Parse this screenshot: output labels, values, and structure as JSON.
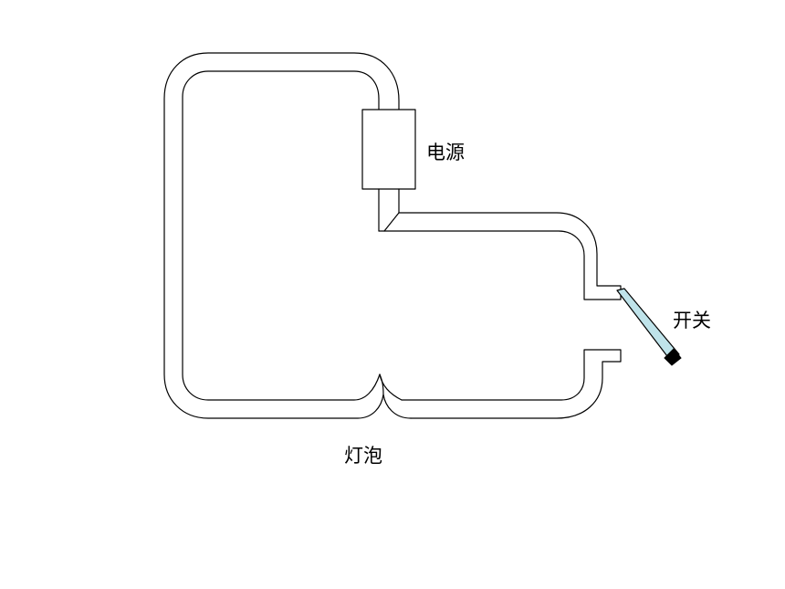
{
  "labels": {
    "power_source": "电源",
    "switch": "开关",
    "bulb": "灯泡"
  },
  "colors": {
    "wire_stroke": "#000000",
    "background": "#ffffff",
    "switch_blade_fill": "#bfe3ea",
    "switch_handle": "#000000"
  },
  "icons": {
    "power_source": "battery-box",
    "switch": "knife-switch",
    "bulb": "wire-bulge-bulb"
  }
}
